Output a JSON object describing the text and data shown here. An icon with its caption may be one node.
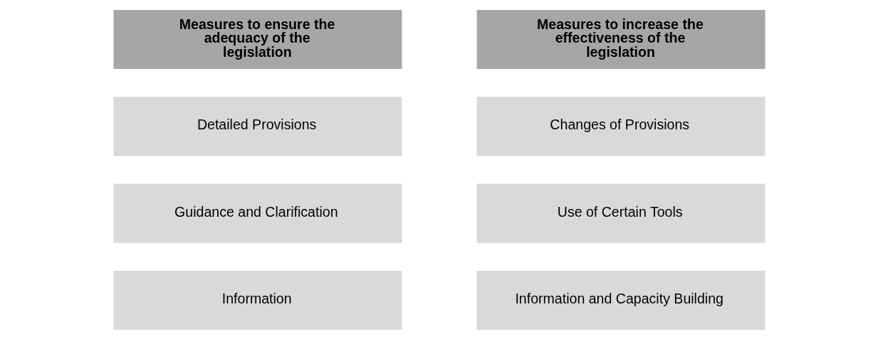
{
  "diagram": {
    "nodes": [
      {
        "text": [
          "Measures to ensure the adequacy of the legislation"
        ]
      },
      {
        "text": [
          "Measures to increase the effectiveness of the legislation"
        ]
      },
      {
        "text": [
          "Detailed Provisions"
        ]
      },
      {
        "text": [
          "Changes of Provisions"
        ]
      },
      {
        "text": [
          "Guidance and Clarification"
        ]
      },
      {
        "text": [
          "Use of Certain Tools"
        ]
      },
      {
        "text": [
          "Information"
        ]
      },
      {
        "text": [
          "Information and Capacity Building"
        ]
      }
    ]
  }
}
